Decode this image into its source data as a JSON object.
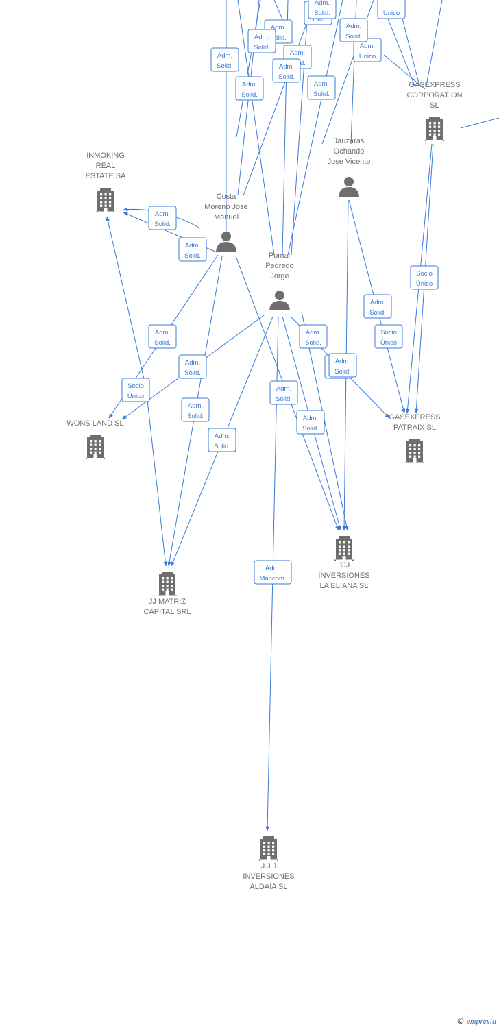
{
  "nodes": [
    {
      "id": "inmoking",
      "type": "company",
      "label": [
        "INMOKING",
        "REAL",
        "ESTATE SA"
      ],
      "label_pos": "above"
    },
    {
      "id": "gasexpress_corp",
      "type": "company",
      "label": [
        "GASEXPRESS",
        "CORPORATION",
        "SL"
      ],
      "label_pos": "above"
    },
    {
      "id": "costa",
      "type": "person",
      "label": [
        "Costa",
        "Moreno Jose",
        "Manuel"
      ],
      "label_pos": "above"
    },
    {
      "id": "jauzaras",
      "type": "person",
      "label": [
        "Jauzaras",
        "Ochando",
        "Jose Vicente"
      ],
      "label_pos": "above"
    },
    {
      "id": "pomar",
      "type": "person",
      "label": [
        "Pomar",
        "Pedredo",
        "Jorge"
      ],
      "label_pos": "above"
    },
    {
      "id": "wons",
      "type": "company",
      "label": [
        "WONS LAND  SL"
      ],
      "label_pos": "above"
    },
    {
      "id": "gasexpress_patraix",
      "type": "company",
      "label": [
        "GASEXPRESS",
        "PATRAIX  SL"
      ],
      "label_pos": "above"
    },
    {
      "id": "jjj_eliana",
      "type": "company",
      "label": [
        "JJJ",
        "INVERSIONES",
        "LA ELIANA  SL"
      ],
      "label_pos": "below"
    },
    {
      "id": "jj_matriz",
      "type": "company",
      "label": [
        "JJ MATRIZ",
        "CAPITAL SRL"
      ],
      "label_pos": "below"
    },
    {
      "id": "jjj_aldaia",
      "type": "company",
      "label": [
        "J J J",
        "INVERSIONES",
        "ALDAIA  SL"
      ],
      "label_pos": "below"
    }
  ],
  "edge_labels": [
    [
      "Adm.",
      "Solid."
    ],
    [
      "Adm.",
      "Solid."
    ],
    [
      "Adm.",
      "Solid."
    ],
    [
      "Adm.",
      "Solid."
    ],
    [
      "Adm.",
      "Solid."
    ],
    [
      "Adm.",
      "Solid."
    ],
    [
      "Adm.",
      "Unico"
    ],
    [
      "Adm.",
      "Solid."
    ],
    [
      "Adm.",
      "Solid."
    ],
    [
      "Adm.",
      "Solid."
    ],
    [
      "Adm.",
      "Solid."
    ],
    [
      "",
      "Unico"
    ],
    [
      "Adm.",
      "Solid."
    ],
    [
      "Adm.",
      "Solid."
    ],
    [
      "Socio",
      "Único"
    ],
    [
      "Adm.",
      "Solid."
    ],
    [
      "Adm.",
      "Solid."
    ],
    [
      "Adm.",
      "Solid."
    ],
    [
      "Adm.",
      "Solid."
    ],
    [
      "Socio",
      "Único"
    ],
    [
      "Adm.",
      "Solid."
    ],
    [
      "Adm.",
      "Solid."
    ],
    [
      "Socio",
      "Único"
    ],
    [
      "Adm.",
      "Solid."
    ],
    [
      "Adm.",
      "Solid."
    ],
    [
      "Adm.",
      "Solid."
    ],
    [
      "Adm.",
      "Solid."
    ],
    [
      "Adm.",
      "Mancom."
    ]
  ],
  "footer": {
    "copyright": "©",
    "brand_initial": "e",
    "brand_rest": "mpresia"
  },
  "colors": {
    "edge": "#3a7ad6",
    "node": "#6e6e6e",
    "background": "#ffffff"
  }
}
